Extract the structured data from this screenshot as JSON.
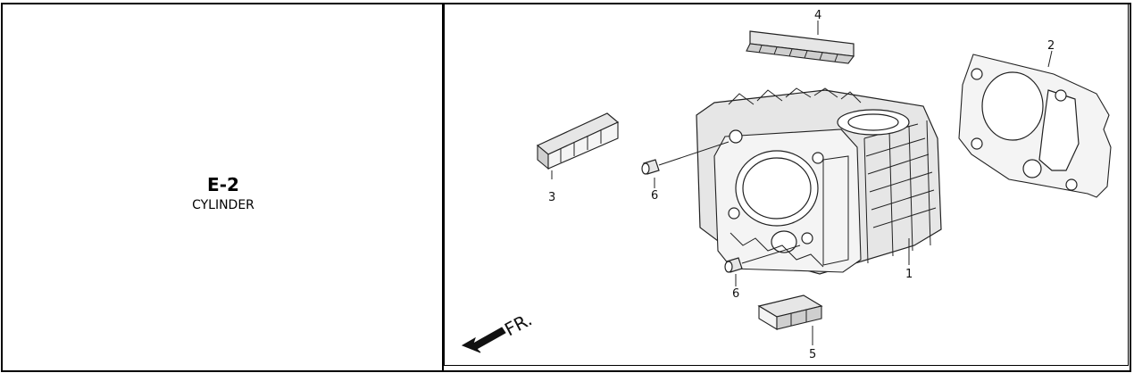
{
  "section": {
    "code": "E-2",
    "name": "CYLINDER"
  },
  "diagram": {
    "callouts": [
      "1",
      "2",
      "3",
      "4",
      "5",
      "6",
      "6"
    ],
    "front_marker": "FR.",
    "colors": {
      "line": "#222222",
      "part_fill": "#e6e6e6"
    }
  }
}
